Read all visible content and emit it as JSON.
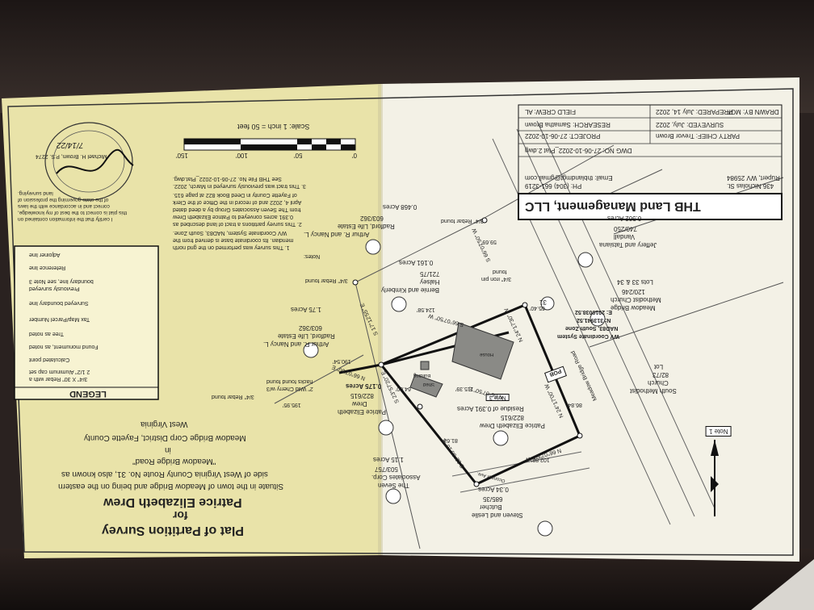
{
  "title": {
    "line1": "Plat of Partition Survey",
    "line2": "for",
    "line3": "Patrice Elizabeth Drew",
    "desc1": "Situate in the town of Meadow Bridge and being on the eastern",
    "desc2": "side of  West Virginia County Route No. 31, also known as",
    "desc3": "\"Meadow Bridge Road\"",
    "desc4": "in",
    "desc5": "Meadow Bridge Corp District, Fayette County",
    "desc6": "West Virginia"
  },
  "company": {
    "name": "THB Land Management, LLC",
    "phone": "PH: (304) 661-3219",
    "email": "Email: thblandmgt@gmail.com",
    "addr1": "436 Nicholas St.",
    "addr2": "Rupert, WV 25984",
    "dwg": "DWG NO: 27-06-10-2022_Plat 2.dwg"
  },
  "info": [
    "PARTY CHIEF:  Trevor Brown",
    "SURVEYED:  July, 2022",
    "PROJECT:  27-06-10-2022",
    "RESEARCH:  Samatha Brown",
    "FIELD CREW:  AL",
    "PREPARED:  July 14, 2022",
    "DRAWN BY:  MGF"
  ],
  "legend": {
    "title": "LEGEND",
    "items": [
      "3/4\" X 30\" Rebar with a",
      "2 1/2\" Aluminum cap set",
      "Calculated point",
      "Found monument, as noted",
      "Tree as noted",
      "Tax Map/Parcel Number",
      "Surveyed boundary line",
      "Previously surveyed",
      "boundary line, see Note 3",
      "Reference line",
      "Adjoiner line"
    ]
  },
  "notes": {
    "head": "Notes:",
    "lines": [
      "1.  This survey was performed on the grid north",
      "meridian. Its coordinate base is derived from the",
      "WV Coordinate System, NAD83, South Zone.",
      "2.  This survey partitions a tract of land described as",
      "0.391 acres conveyed to Patrice Elizabeth Drew",
      "from The Seven Associates Group by a deed dated",
      "April 4, 2022 and of record in the Office of the Clerk",
      "of Fayette County in Deed Book 822 at page 615.",
      "3.  This tract was previously surveyed in March, 2022.",
      "See THB File No. 27-06-10-2022_Plat.dwg."
    ]
  },
  "certification": [
    "I certify that the information contained on",
    "this plat is correct to the best of my knowledge,",
    "correct and in accordance with the laws",
    "of the state governing the profession of",
    "land surveying."
  ],
  "signature": {
    "name": "Michael H. Brown, P.S. 2274",
    "date": "7/14/22"
  },
  "scale": {
    "label": "Scale: 1 inch = 50 feet",
    "ticks": [
      "0'",
      "50'",
      "100'",
      "150'"
    ]
  },
  "parcels": {
    "steven": [
      "Steven and Leslie",
      "Butcher",
      "685/35",
      "0.34 Acres"
    ],
    "seven": [
      "The Seven",
      "Associates Corp.",
      "503/757",
      "1.15 Acres"
    ],
    "patrice_left": [
      "Patrice Elizabeth",
      "Drew",
      "822/615",
      "0.175 Acres"
    ],
    "patrice_main": [
      "Patrice Elizabeth Drew",
      "822/615",
      "Residue of 0.391 Acres"
    ],
    "arthur1": [
      "Arthur R. and Nancy L.",
      "Radford, Life Estate",
      "603/362",
      "1.75 Acres"
    ],
    "arthur2": [
      "Arthur R. and Nancy L.",
      "Radford, Life Estate",
      "603/362",
      "0.468 Acres"
    ],
    "bernie": [
      "Bernie and Kimberly",
      "Halsey",
      "721/75",
      "0.161 Acres"
    ],
    "meadow": [
      "Meadow Bridge",
      "Methodist Church",
      "120/246",
      "Lots 33 & 34"
    ],
    "jeffery": [
      "Jeffery and Tatsiana",
      "Vandall",
      "740/250",
      "0.502 Acres"
    ],
    "south": [
      "South Methodist",
      "Church",
      "82/73",
      "Lot"
    ]
  },
  "labels": {
    "note1": "Note 1",
    "note3": "Note 3",
    "house": "House",
    "shed": "Shed",
    "building": "Building",
    "route": "31",
    "road": "Meadow Bridge Road",
    "oconnor": "Oconnor Ave.",
    "wvcs": "WV Coordinate System",
    "nad": "NAD83, South Zone",
    "north": "N: 313941.52",
    "east": "E: 2010038.52",
    "pob": "POB"
  },
  "bearings": [
    "N 66°07'50\" W",
    "S 66°07'50\" W",
    "N 66°07'50\" E",
    "N 24°17'00\" W",
    "S 32°35'10\" E",
    "S 23°57'20\" E",
    "N 66°07'50\" E",
    "N 24°17'30\" W",
    "S 17°12'55\" E",
    "S 66°07'50\" W"
  ],
  "distances": [
    "102.88'",
    "115.39'",
    "86.84'",
    "64.00'",
    "81.63'",
    "124.58'",
    "59.69'",
    "190.54'",
    "195.95'",
    "65.40'"
  ],
  "misc": {
    "rebar1": "3/4\" Rebar found",
    "rebar2": "3/4\" Rebar found",
    "rebar3": "3/4\" Rebar found",
    "cherry": "2\" Wild Cherry w/3",
    "hacks": "hacks found found",
    "iron": "3/4\" iron pin",
    "ironfound": "found"
  }
}
